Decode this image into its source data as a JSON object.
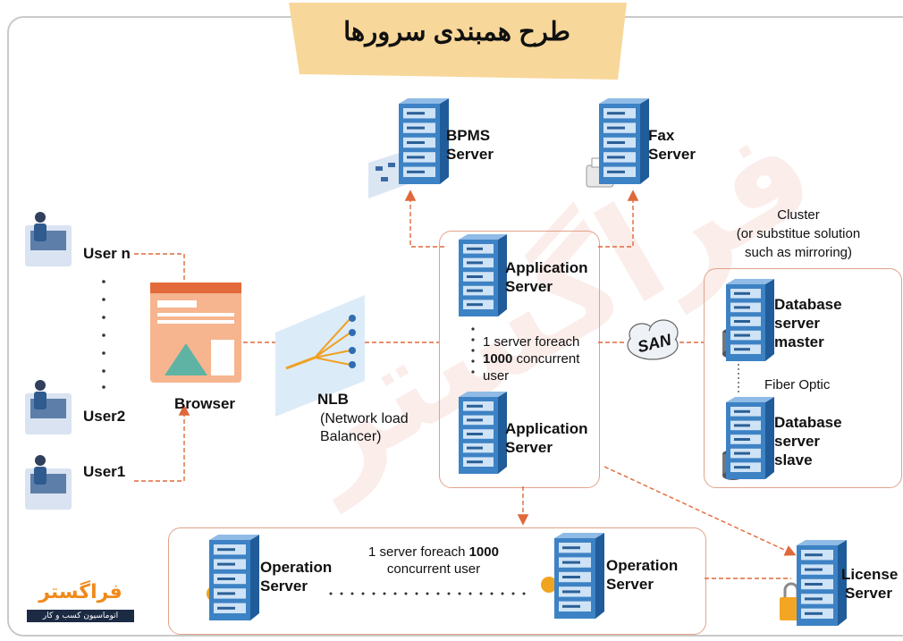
{
  "title": "طرح همبندی سرورها",
  "users": {
    "user_n": "User n",
    "user_2": "User2",
    "user_1": "User1"
  },
  "browser": "Browser",
  "nlb": {
    "name": "NLB",
    "line1": "(Network load",
    "line2": "Balancer)"
  },
  "bpms": {
    "line1": "BPMS",
    "line2": "Server"
  },
  "fax": {
    "line1": "Fax",
    "line2": "Server"
  },
  "app_server_1": {
    "line1": "Application",
    "line2": "Server"
  },
  "app_server_2": {
    "line1": "Application",
    "line2": "Server"
  },
  "app_note": {
    "line1": "1 server foreach",
    "line2_bold": "1000",
    "line2_rest": " concurrent",
    "line3": "user"
  },
  "san": "SAN",
  "cluster": {
    "line1": "Cluster",
    "line2": "(or substitue solution",
    "line3": "such as mirroring)"
  },
  "db_master": {
    "line1": "Database",
    "line2": "server",
    "line3": "master"
  },
  "fiber": "Fiber Optic",
  "db_slave": {
    "line1": "Database",
    "line2": "server",
    "line3": "slave"
  },
  "op_note": {
    "line1_a": "1 server foreach ",
    "line1_bold": "1000",
    "line2": "concurrent user"
  },
  "op_server_1": {
    "line1": "Operation",
    "line2": "Server"
  },
  "op_server_2": {
    "line1": "Operation",
    "line2": "Server"
  },
  "license": {
    "line1": "License",
    "line2": "Server"
  },
  "watermark": "فراگستر",
  "logo": {
    "name": "فراگستر",
    "tagline": "اتوماسیون کسب و کار"
  },
  "colors": {
    "accent": "#e0683a",
    "banner": "#f8d79a",
    "server": "#3d82c4",
    "server_dark": "#1f5c99",
    "box_border": "#e2a38a"
  }
}
